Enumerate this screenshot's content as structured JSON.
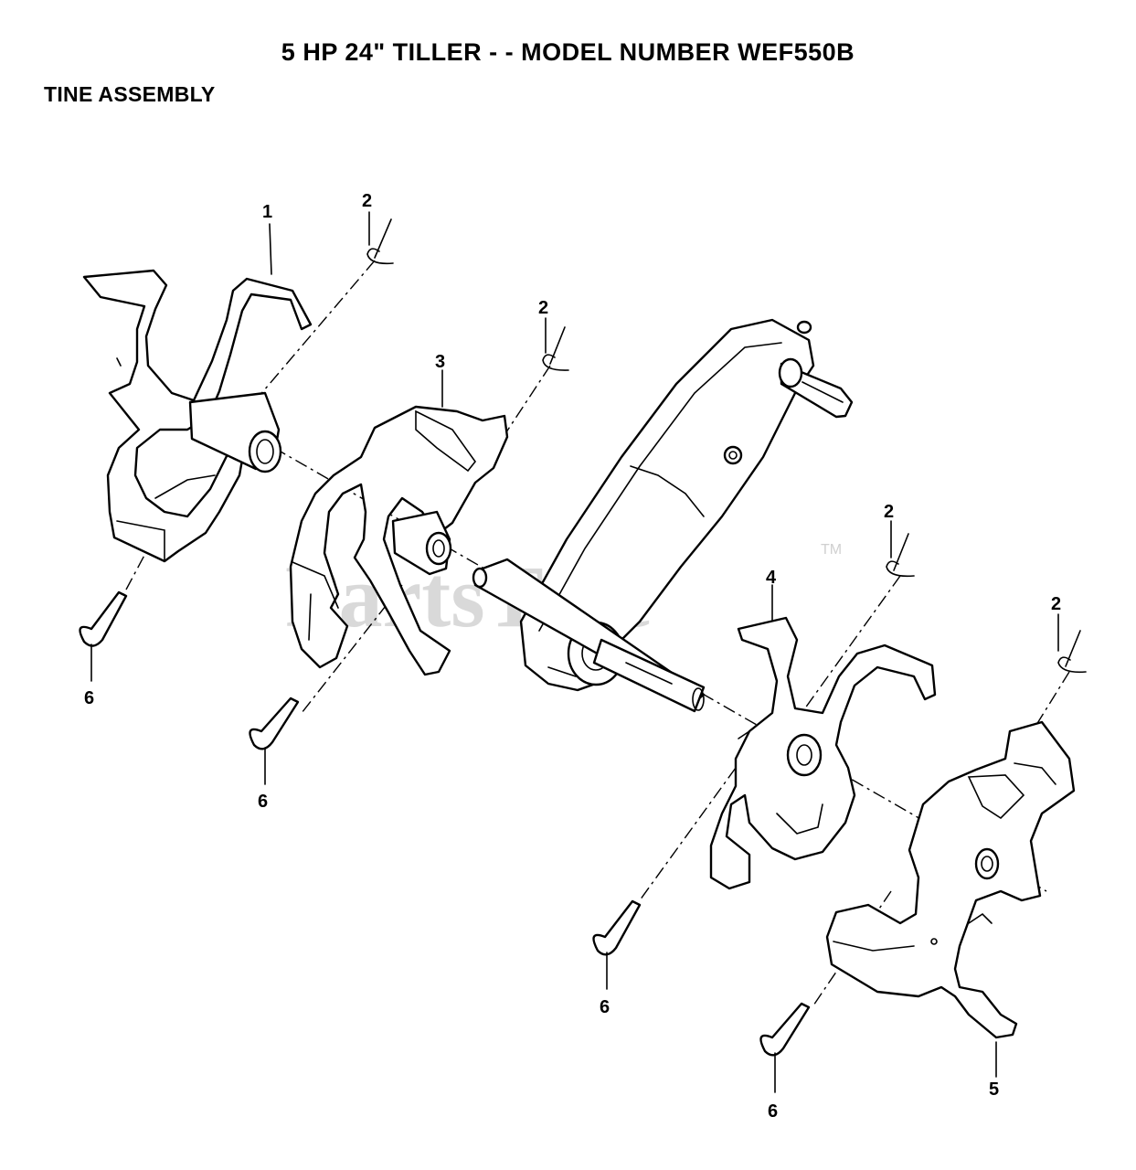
{
  "header": {
    "title": "5 HP 24\" TILLER - - MODEL NUMBER WEF550B",
    "subtitle": "TINE ASSEMBLY"
  },
  "watermark": {
    "text": "PartsTree",
    "tm": "TM"
  },
  "callouts": {
    "c1": "1",
    "c2a": "2",
    "c2b": "2",
    "c2c": "2",
    "c2d": "2",
    "c3": "3",
    "c4": "4",
    "c5": "5",
    "c6a": "6",
    "c6b": "6",
    "c6c": "6",
    "c6d": "6"
  }
}
